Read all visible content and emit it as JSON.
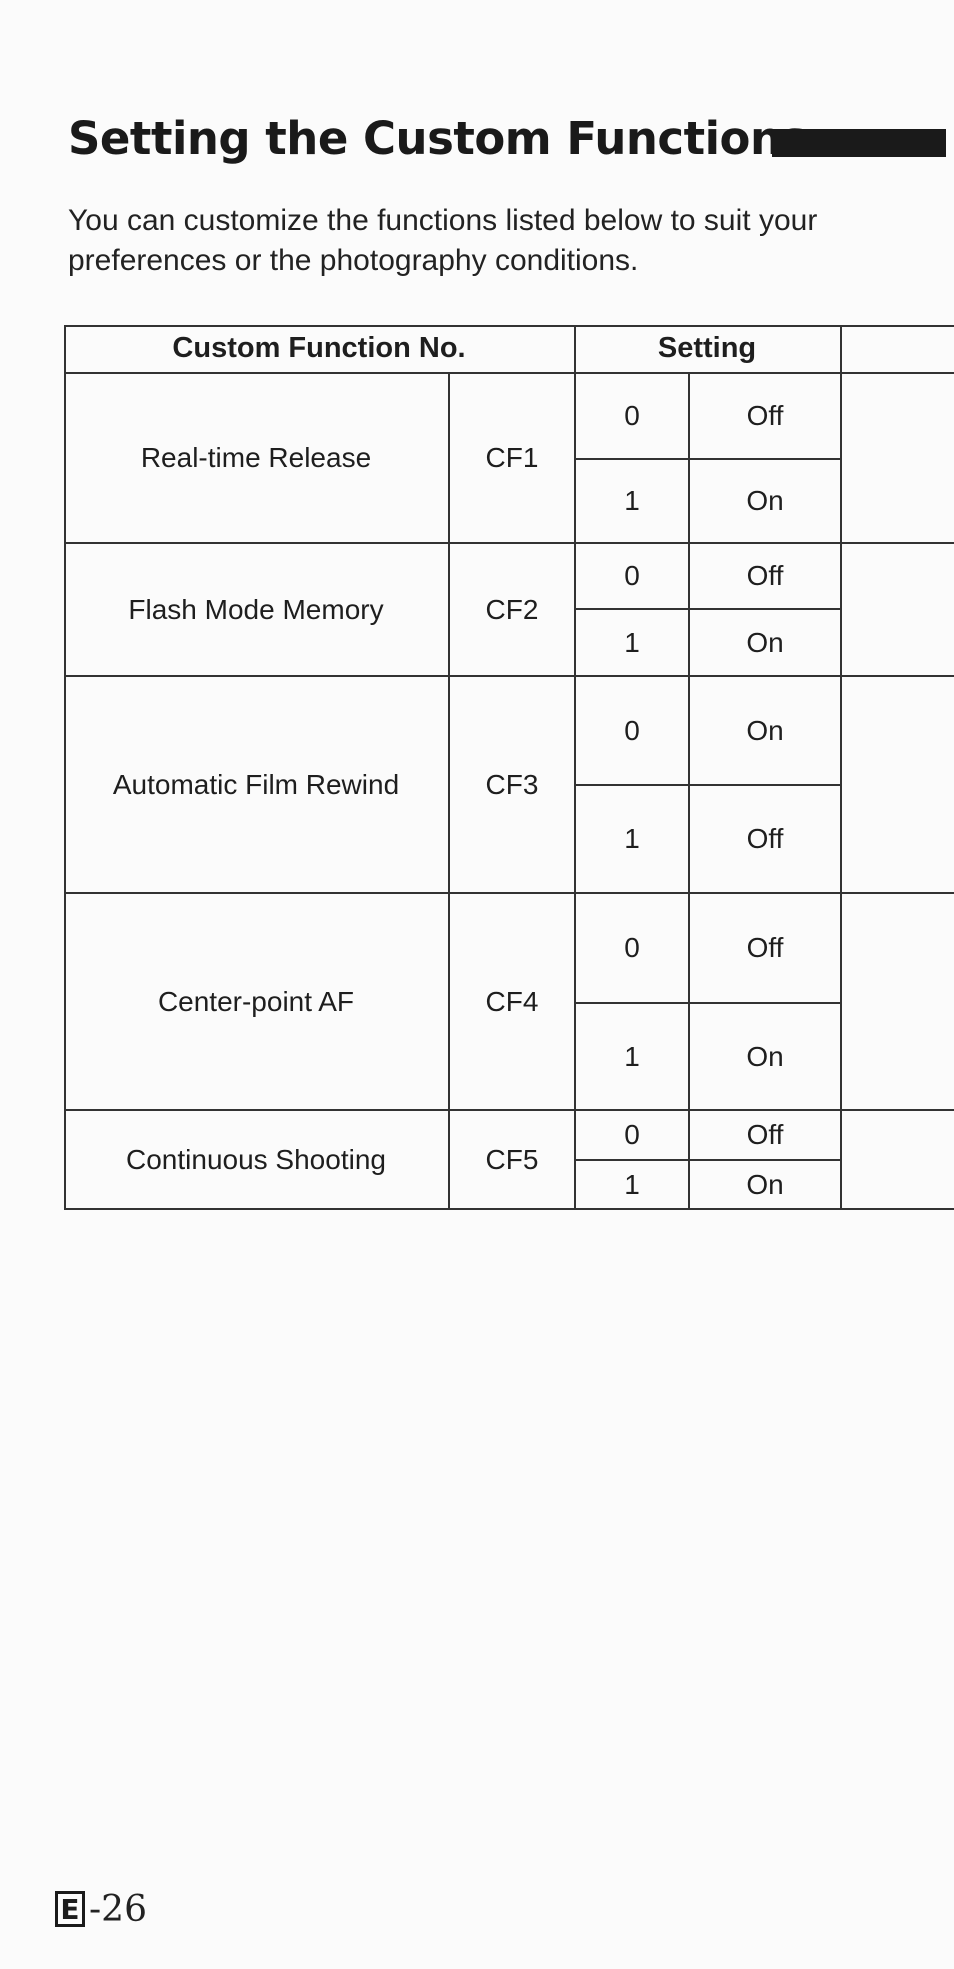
{
  "title": "Setting the Custom Functions",
  "intro": "You can customize the functions listed below to suit your preferences or the photography conditions.",
  "table": {
    "header_function": "Custom Function No.",
    "header_setting": "Setting",
    "rows": [
      {
        "name": "Real-time Release",
        "code": "CF1",
        "settings": [
          {
            "value": "0",
            "label": "Off"
          },
          {
            "value": "1",
            "label": "On"
          }
        ]
      },
      {
        "name": "Flash Mode Memory",
        "code": "CF2",
        "settings": [
          {
            "value": "0",
            "label": "Off"
          },
          {
            "value": "1",
            "label": "On"
          }
        ]
      },
      {
        "name": "Automatic Film Rewind",
        "code": "CF3",
        "settings": [
          {
            "value": "0",
            "label": "On"
          },
          {
            "value": "1",
            "label": "Off"
          }
        ]
      },
      {
        "name": "Center-point AF",
        "code": "CF4",
        "settings": [
          {
            "value": "0",
            "label": "Off"
          },
          {
            "value": "1",
            "label": "On"
          }
        ]
      },
      {
        "name": "Continuous Shooting",
        "code": "CF5",
        "settings": [
          {
            "value": "0",
            "label": "Off"
          },
          {
            "value": "1",
            "label": "On"
          }
        ]
      }
    ]
  },
  "footer": {
    "section_letter": "E",
    "page_number": "-26"
  }
}
